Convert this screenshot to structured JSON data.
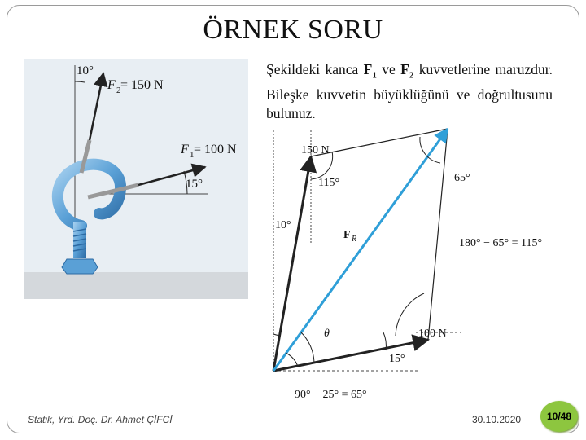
{
  "slide": {
    "title": "ÖRNEK SORU",
    "problem": {
      "line1": "Şekildeki kanca ",
      "f1": "F",
      "f1_sub": "1",
      "mid": " ve ",
      "f2": "F",
      "f2_sub": "2",
      "line_rest": " kuvvetlerine maruzdur. Bileşke kuvvetin büyüklüğünü ve doğrultusunu bulunuz."
    },
    "footer": {
      "author": "Statik, Yrd. Doç. Dr. Ahmet ÇİFCİ",
      "date": "30.10.2020",
      "page": "10/48"
    }
  },
  "figure_hook": {
    "angle_top": "10°",
    "f2_label": "F",
    "f2_sub": "2",
    "f2_value": " = 150 N",
    "f1_label": "F",
    "f1_sub": "1",
    "f1_value": " = 100 N",
    "angle_f1": "15°"
  },
  "figure_parallelogram": {
    "label_150": "150 N",
    "label_100": "100 N",
    "angle_115": "115°",
    "angle_65": "65°",
    "angle_10": "10°",
    "angle_15": "15°",
    "result_label": "F",
    "result_sub": "R",
    "angle_eq": "180° − 65° = 115°",
    "theta": "θ",
    "angle_bottom": "90° − 25° = 65°"
  },
  "colors": {
    "arrow_dark": "#222222",
    "resultant": "#2f9fd8",
    "hook_blue": "#5aa0d6",
    "badge_green": "#8dc63f"
  }
}
